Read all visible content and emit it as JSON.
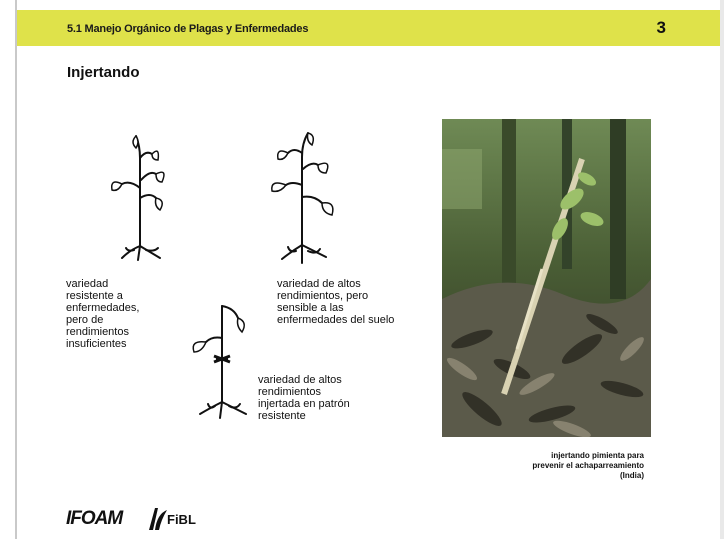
{
  "header": {
    "title": "5.1 Manejo Orgánico de Plagas y Enfermedades",
    "page_number": "3"
  },
  "section_title": "Injertando",
  "captions": {
    "resistant": "variedad\nresistente a\nenfermedades,\npero de\nrendimientos\ninsuficientes",
    "high_yield": "variedad de altos\nrendimientos, pero\nsensible a las\nenfermedades del suelo",
    "grafted": "variedad de altos\nrendimientos\ninjertada en patrón\nresistente"
  },
  "photo": {
    "caption": "injertando pimienta para\nprevenir el achaparreamiento\n(India)"
  },
  "logos": {
    "ifoam": "IFOAM",
    "fibl": "FiBL"
  }
}
